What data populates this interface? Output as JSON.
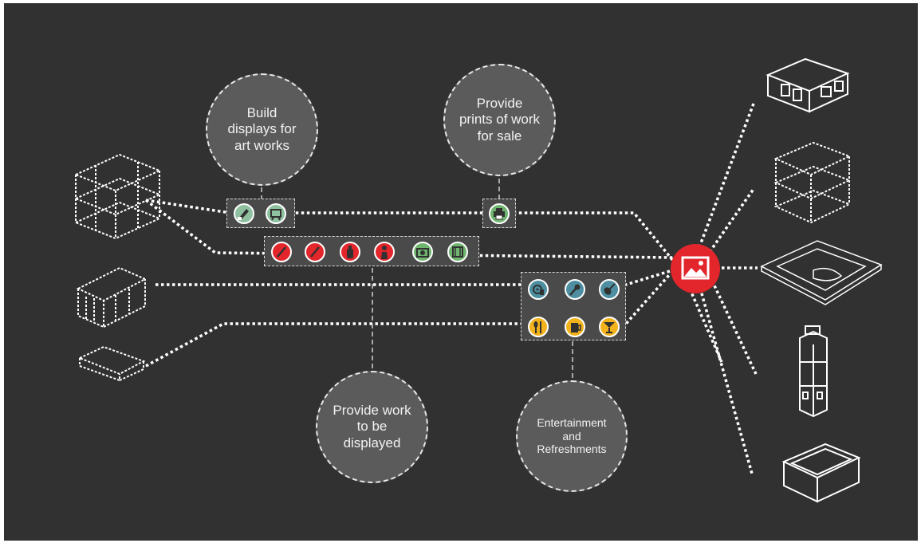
{
  "colors": {
    "background": "#313131",
    "bubble_fill": "#5b5b5b",
    "line": "#ffffff",
    "group_fill": "#4a4a4a",
    "red": "#e2262b",
    "green": "#6fb46f",
    "mint": "#8fc1a0",
    "teal": "#4d8fa1",
    "amber": "#f2b21b"
  },
  "bubbles": {
    "build_displays": "Build\ndisplays for\nart works",
    "provide_prints": "Provide\nprints of work\nfor sale",
    "provide_work": "Provide work\nto be\ndisplayed",
    "entertainment": "Entertainment\nand\nRefreshments"
  },
  "icons": {
    "hub": "image-icon",
    "display_group": [
      "saw-icon",
      "easel-icon"
    ],
    "print_group": [
      "printer-icon"
    ],
    "work_group": [
      "paintbrush-icon",
      "pencil-icon",
      "spray-can-icon",
      "sculpture-icon",
      "camera-icon",
      "film-icon"
    ],
    "entertainment_group": [
      "dj-icon",
      "microphone-icon",
      "violin-icon",
      "food-icon",
      "beer-icon",
      "cocktail-icon"
    ],
    "left_buildings": [
      "building-frame-icon",
      "building-block-icon",
      "building-low-icon"
    ],
    "right_buildings": [
      "house-icon",
      "building-frame-icon",
      "floor-plan-icon",
      "tower-icon",
      "box-building-icon"
    ]
  }
}
